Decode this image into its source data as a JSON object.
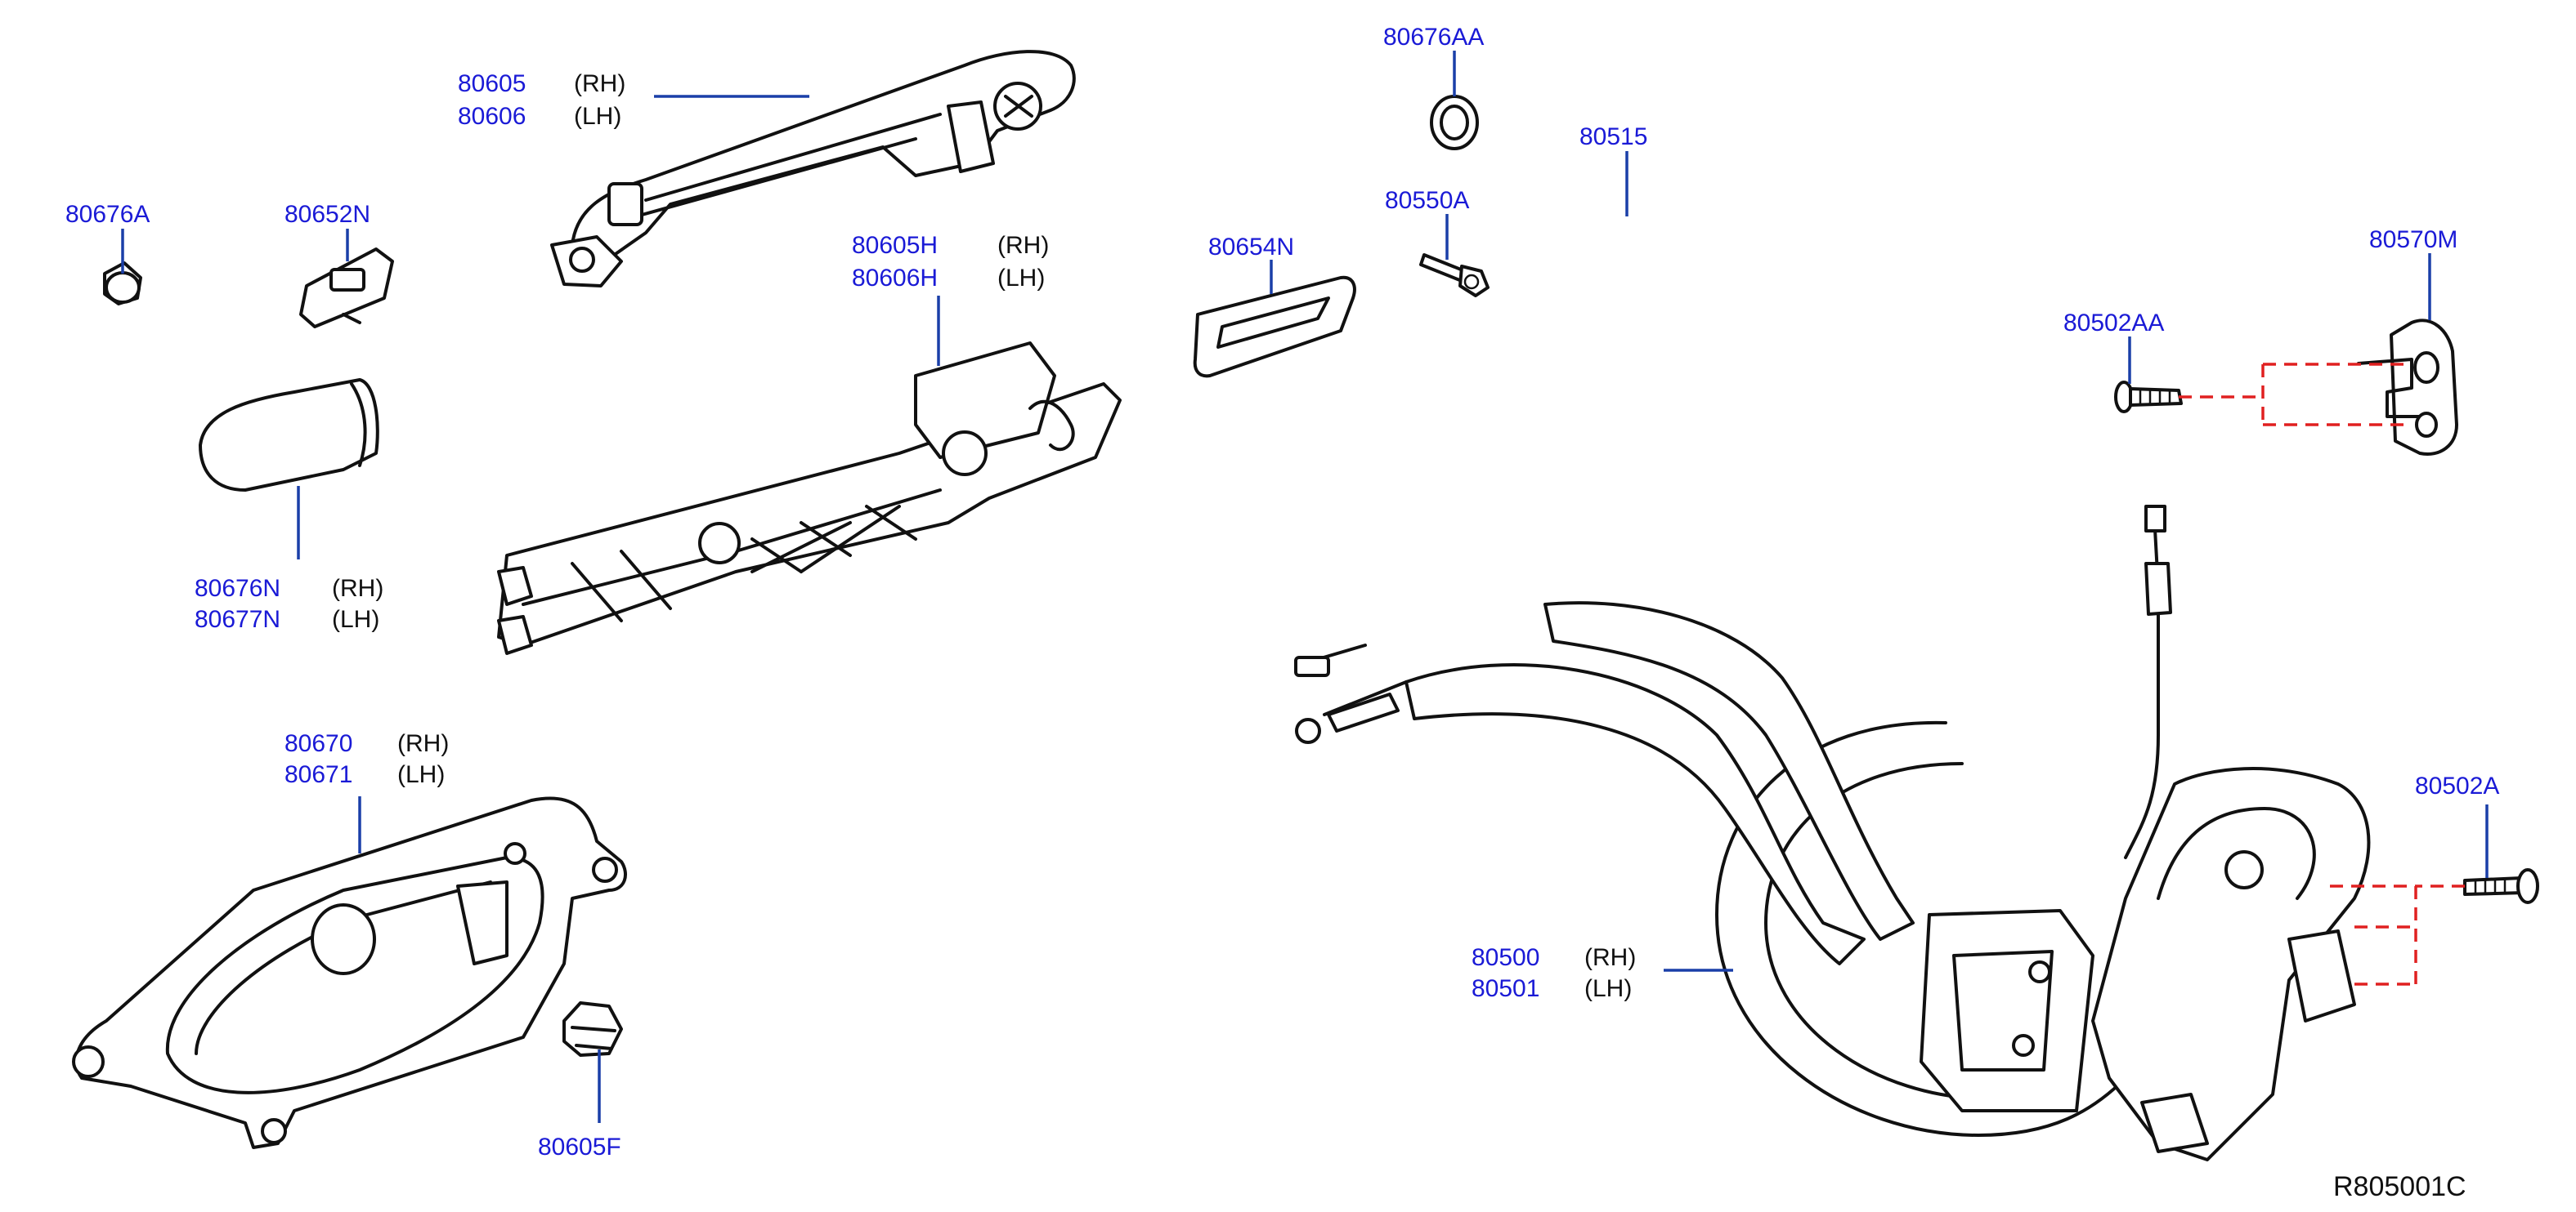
{
  "diagram_code": "R805001C",
  "labels": {
    "p80605": {
      "part": "80605",
      "side": "(RH)"
    },
    "p80606": {
      "part": "80606",
      "side": "(LH)"
    },
    "p80676A": {
      "part": "80676A"
    },
    "p80652N": {
      "part": "80652N"
    },
    "p80676N": {
      "part": "80676N",
      "side": "(RH)"
    },
    "p80677N": {
      "part": "80677N",
      "side": "(LH)"
    },
    "p80605H": {
      "part": "80605H",
      "side": "(RH)"
    },
    "p80606H": {
      "part": "80606H",
      "side": "(LH)"
    },
    "p80654N": {
      "part": "80654N"
    },
    "p80676AA": {
      "part": "80676AA"
    },
    "p80550A": {
      "part": "80550A"
    },
    "p80515": {
      "part": "80515"
    },
    "p80570M": {
      "part": "80570M"
    },
    "p80502AA": {
      "part": "80502AA"
    },
    "p80670": {
      "part": "80670",
      "side": "(RH)"
    },
    "p80671": {
      "part": "80671",
      "side": "(LH)"
    },
    "p80605F": {
      "part": "80605F"
    },
    "p80502A": {
      "part": "80502A"
    },
    "p80500": {
      "part": "80500",
      "side": "(RH)"
    },
    "p80501": {
      "part": "80501",
      "side": "(LH)"
    }
  },
  "colors": {
    "part_number": "#1a1ad6",
    "leader_line": "#1a3fa8",
    "dashed_bracket": "#e02020",
    "linework": "#111111"
  }
}
